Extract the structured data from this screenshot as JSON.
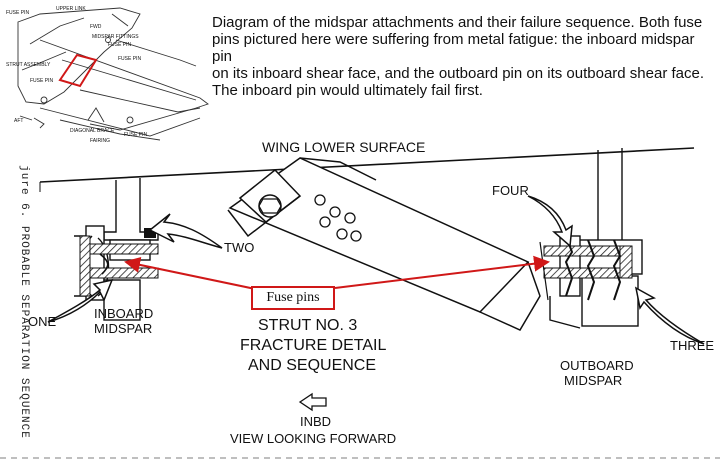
{
  "caption": {
    "lines": [
      "Diagram of the midspar attachments and their failure sequence. Both fuse",
      "pins pictured here were suffering from metal fatigue: the inboard midspar pin",
      "on its inboard shear face, and the outboard pin on its outboard shear face.",
      "The inboard pin would ultimately fail first."
    ]
  },
  "figure_label": "jure 6.  PROBABLE SEPARATION SEQUENCE",
  "inset": {
    "labels": [
      "FUSE PIN",
      "UPPER LINK",
      "FWD",
      "FUSE PIN",
      "STRUT ASSEMBLY",
      "FUSE PIN",
      "AFT",
      "DIAGONAL BRACE",
      "FAIRING",
      "FUSE PIN",
      "MIDSPAR FITTINGS",
      "FUSE PIN"
    ]
  },
  "labels": {
    "wing_lower_surface": "WING LOWER SURFACE",
    "four": "FOUR",
    "two": "TWO",
    "one": "ONE",
    "three": "THREE",
    "inboard_1": "INBOARD",
    "inboard_2": "MIDSPAR",
    "outboard_1": "OUTBOARD",
    "outboard_2": "MIDSPAR",
    "title_1": "STRUT NO. 3",
    "title_2": "FRACTURE DETAIL",
    "title_3": "AND SEQUENCE",
    "inbd": "INBD",
    "view": "VIEW LOOKING FORWARD"
  },
  "callout": {
    "text": "Fuse pins"
  },
  "colors": {
    "accent": "#d01818",
    "ink": "#111111"
  }
}
